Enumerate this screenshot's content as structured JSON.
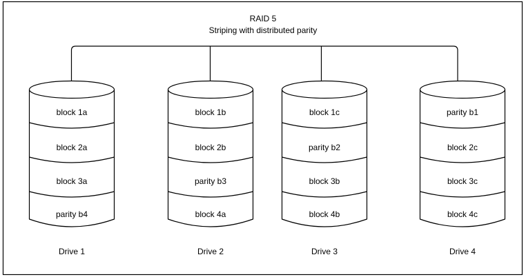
{
  "diagram": {
    "title_line1": "RAID 5",
    "title_line2": "Striping with distributed parity",
    "colors": {
      "stroke": "#000000",
      "fill": "#ffffff",
      "text": "#000000"
    },
    "drives": [
      {
        "label": "Drive 1",
        "blocks": [
          "block 1a",
          "block 2a",
          "block 3a",
          "parity b4"
        ]
      },
      {
        "label": "Drive 2",
        "blocks": [
          "block 1b",
          "block 2b",
          "parity b3",
          "block 4a"
        ]
      },
      {
        "label": "Drive 3",
        "blocks": [
          "block 1c",
          "parity b2",
          "block 3b",
          "block 4b"
        ]
      },
      {
        "label": "Drive 4",
        "blocks": [
          "parity b1",
          "block 2c",
          "block 3c",
          "block 4c"
        ]
      }
    ]
  }
}
